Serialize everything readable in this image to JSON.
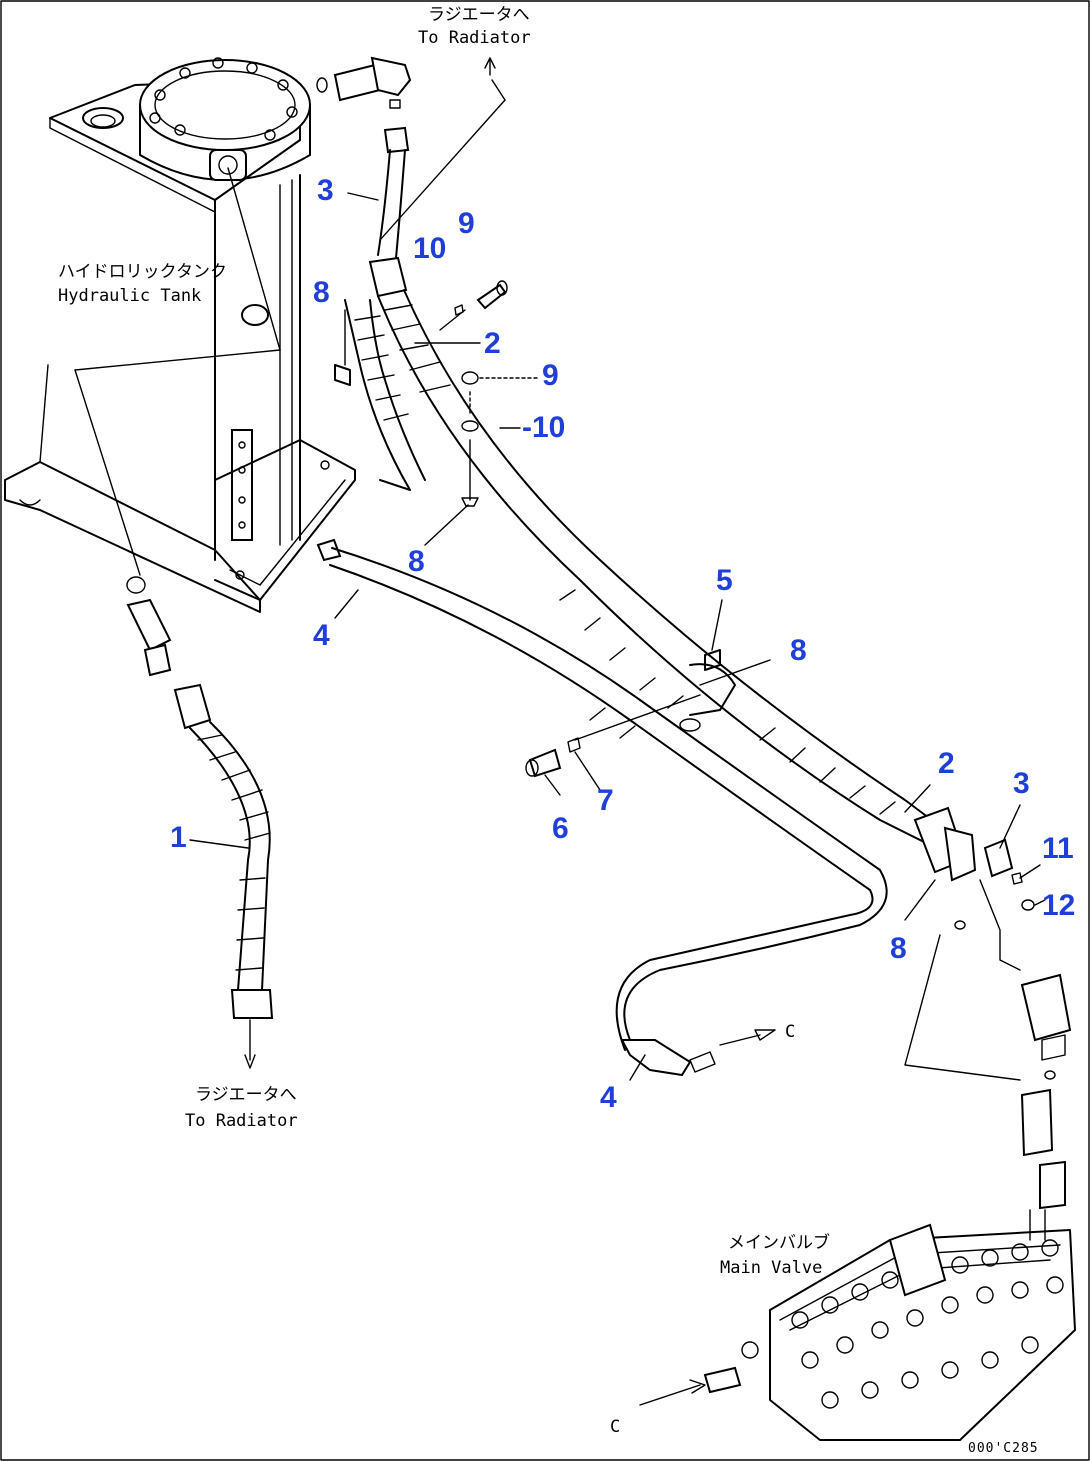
{
  "labels": {
    "radiator_top_jp": "ラジエータへ",
    "radiator_top_en": "To Radiator",
    "radiator_bottom_jp": "ラジエータへ",
    "radiator_bottom_en": "To Radiator",
    "tank_jp": "ハイドロリックタンク",
    "tank_en": "Hydraulic Tank",
    "valve_jp": "メインバルブ",
    "valve_en": "Main Valve",
    "ref_c1": "C",
    "ref_c2": "C",
    "drawing_code": "000'C285"
  },
  "callouts": {
    "c1": "1",
    "c2a": "2",
    "c2b": "2",
    "c3a": "3",
    "c3b": "3",
    "c4a": "4",
    "c4b": "4",
    "c5": "5",
    "c6": "6",
    "c7": "7",
    "c8a": "8",
    "c8b": "8",
    "c8c": "8",
    "c8d": "8",
    "c9a": "9",
    "c9b": "9",
    "c10a": "10",
    "c10b": "-10",
    "c11": "11",
    "c12": "12"
  },
  "colors": {
    "callout": "#1f3fd8",
    "line": "#000000"
  }
}
